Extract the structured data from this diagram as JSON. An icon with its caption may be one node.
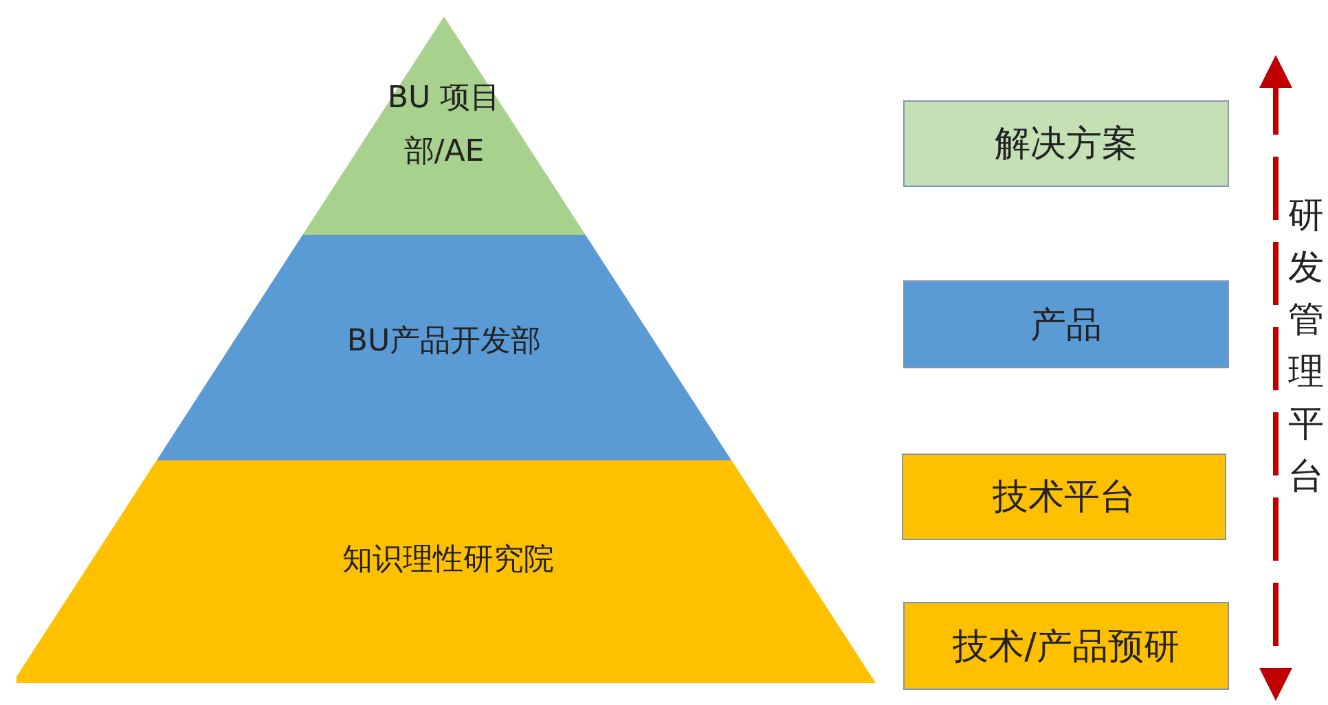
{
  "diagram": {
    "nodes": [
      {
        "text": [
          "BU 项目部/AE"
        ]
      },
      {
        "text": [
          "BU产品开发部"
        ]
      },
      {
        "text": [
          "知识理性研究院"
        ]
      },
      {
        "text": [
          "解决方案"
        ]
      },
      {
        "text": [
          "产品"
        ]
      },
      {
        "text": [
          "技术平台"
        ]
      },
      {
        "text": [
          "技术/产品预研"
        ]
      }
    ],
    "labels": [
      "研发管理平台"
    ]
  }
}
